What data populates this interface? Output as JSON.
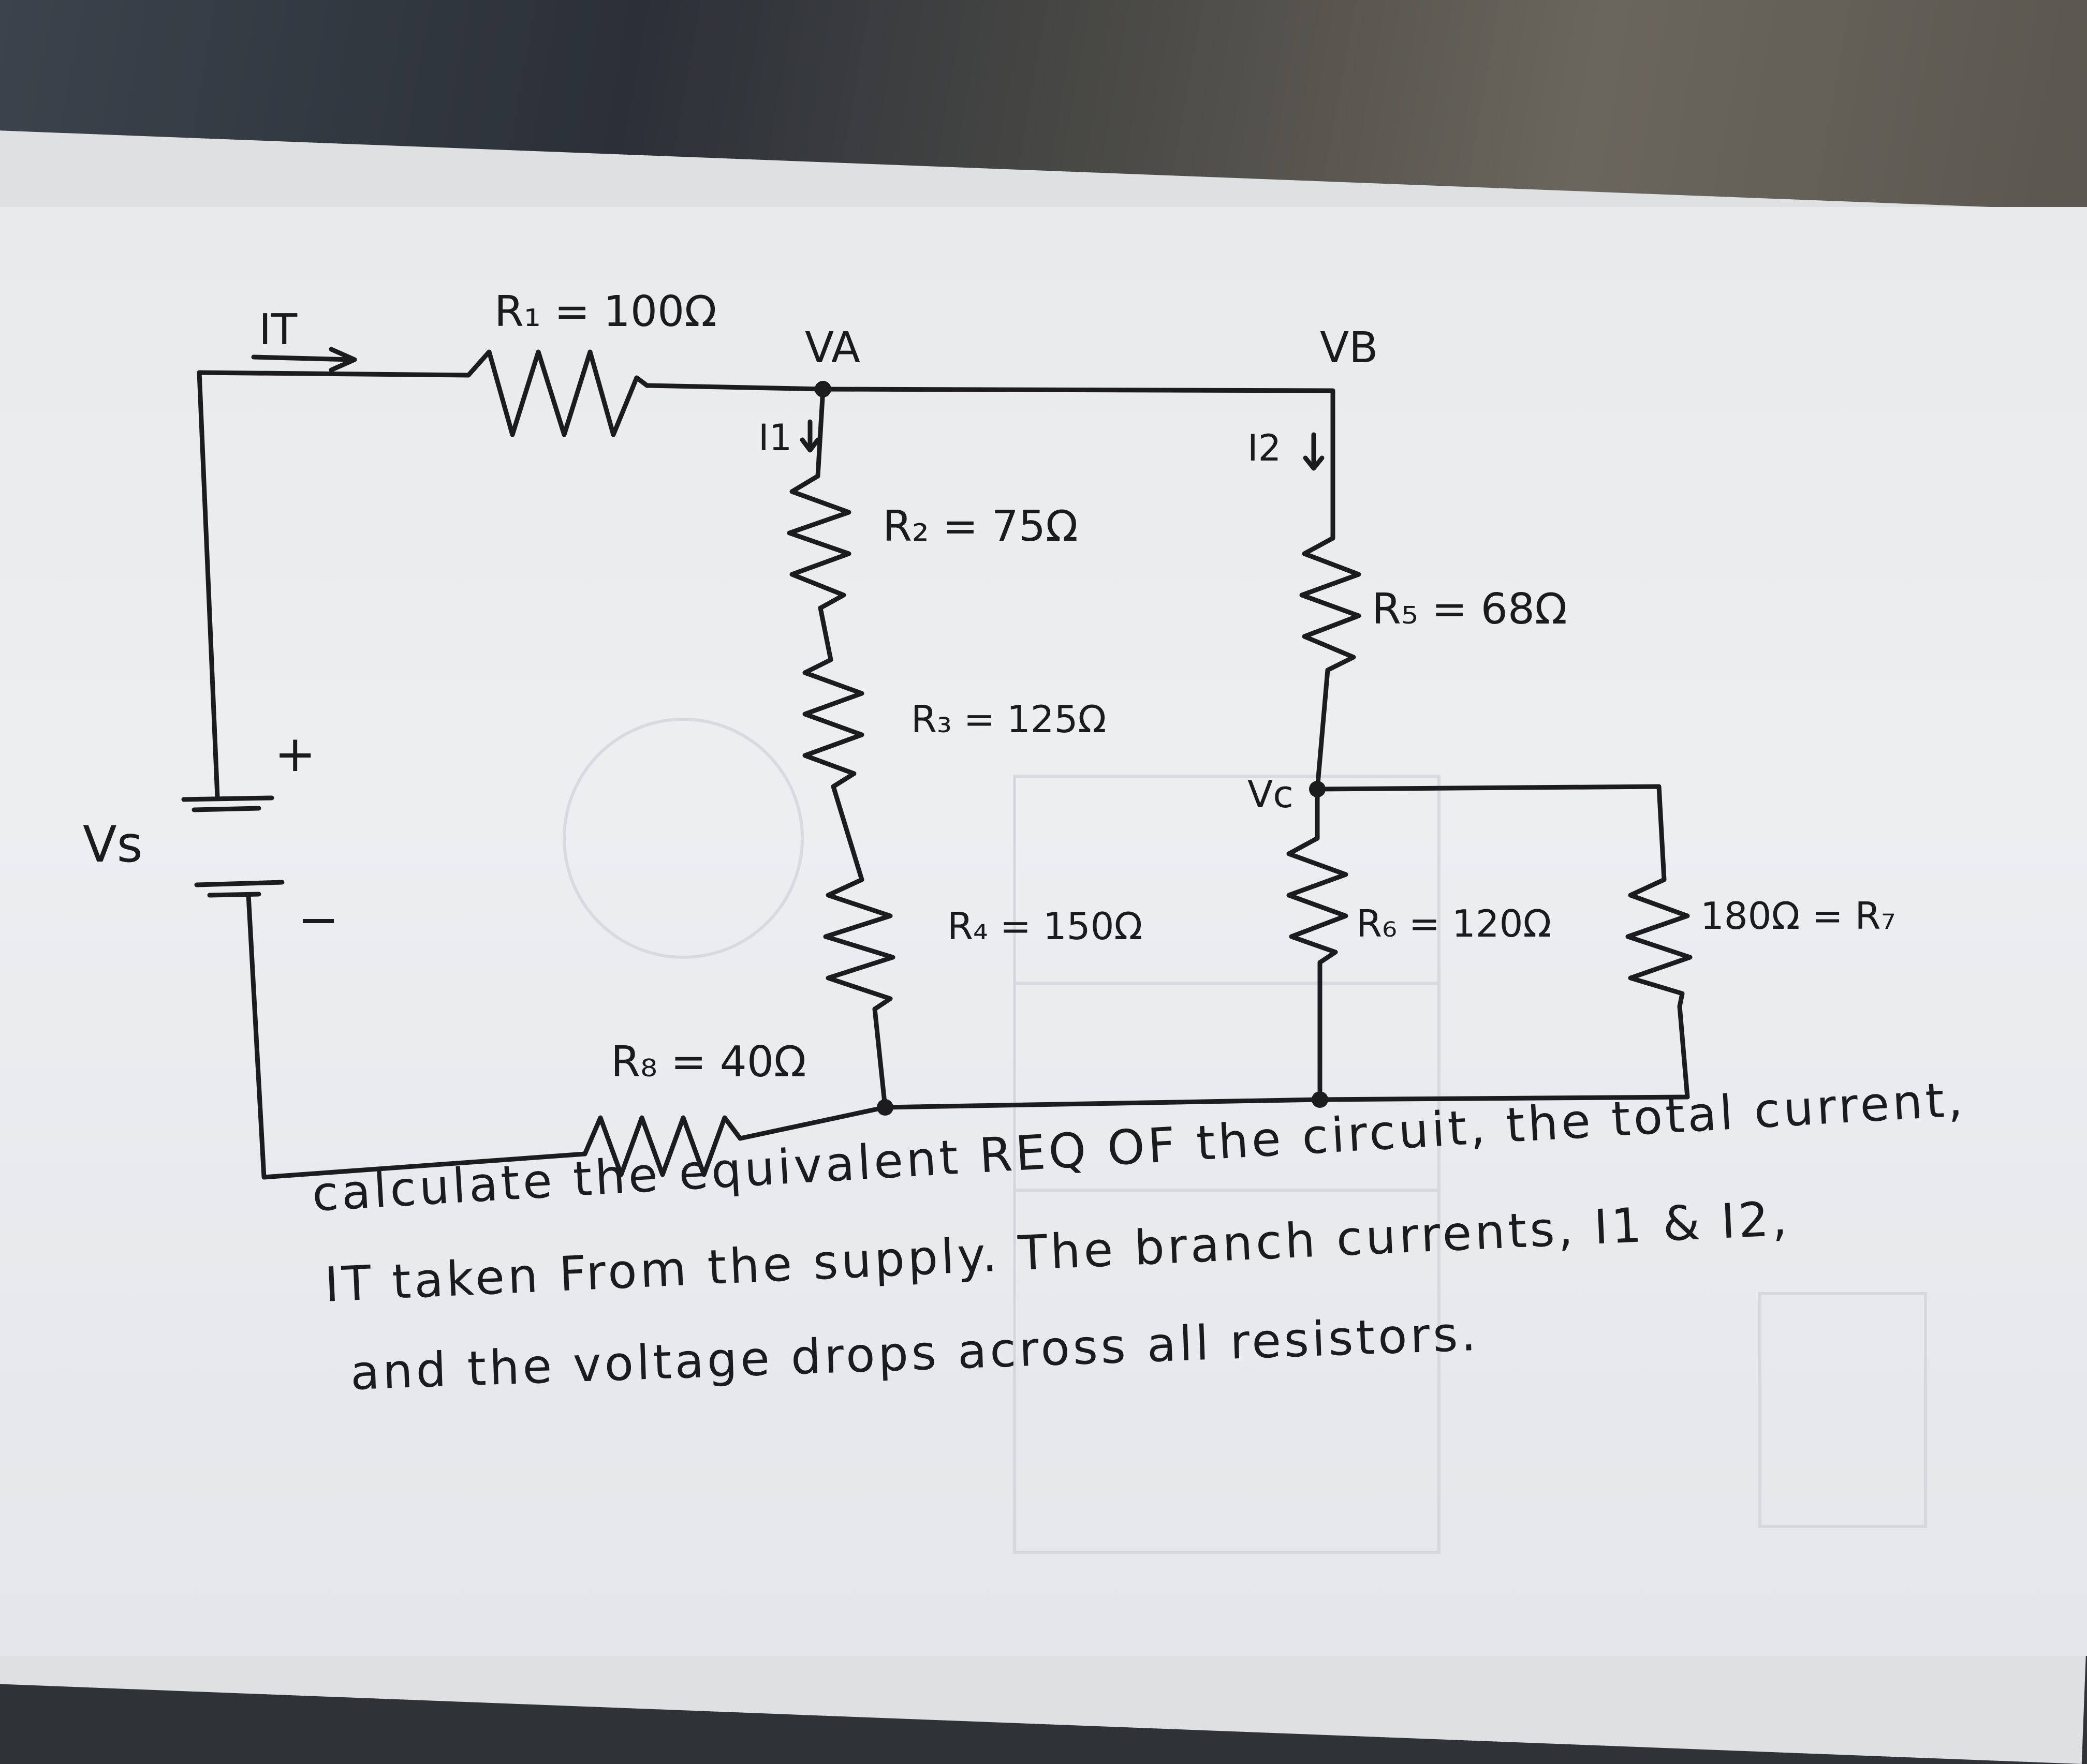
{
  "circuit": {
    "labels": {
      "total_current": "IT",
      "supply": "Vs",
      "plus": "+",
      "minus": "−",
      "node_a": "VA",
      "node_b": "VB",
      "node_c": "Vc",
      "branch_current_1": "I1",
      "branch_current_2": "I2"
    },
    "resistors": {
      "r1": "R₁ = 100Ω",
      "r2": "R₂ = 75Ω",
      "r3": "R₃ = 125Ω",
      "r4": "R₄ = 150Ω",
      "r5": "R₅ = 68Ω",
      "r6": "R₆ = 120Ω",
      "r7": "180Ω = R₇",
      "r8": "R₈ = 40Ω"
    }
  },
  "problem": {
    "line1": "calculate the equivalent REQ OF the circuit, the total current,",
    "line2": "IT taken From the supply. The branch currents, I1 & I2,",
    "line3": "and the voltage drops across all resistors."
  }
}
